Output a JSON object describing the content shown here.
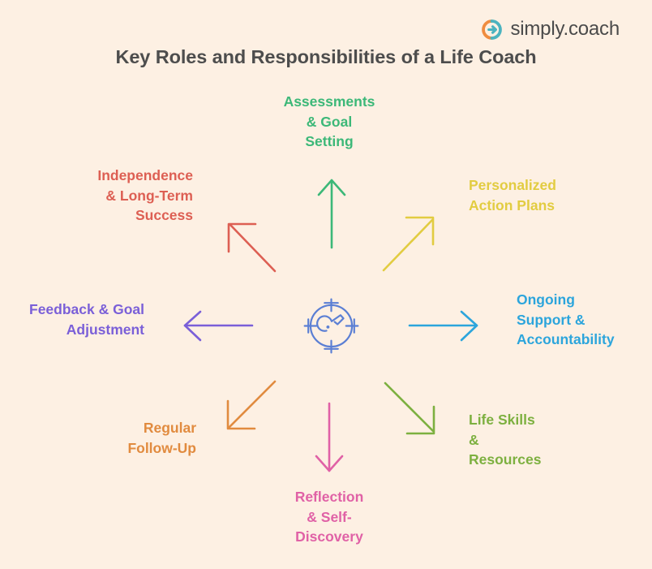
{
  "page": {
    "background_color": "#fdf0e3",
    "title": "Key Roles and Responsibilities of a Life Coach"
  },
  "brand": {
    "name": "simply.coach",
    "logo_icon": "simply-coach-circle-arrow-icon",
    "logo_colors": {
      "orange": "#ef8c3f",
      "teal": "#4bb3bf"
    },
    "text_color": "#4a4a4a"
  },
  "center": {
    "icon": "target-key-icon",
    "color": "#5b7fd4"
  },
  "nodes": [
    {
      "id": "assessments-goal-setting",
      "label": "Assessments\n& Goal\nSetting",
      "color": "#3cb878",
      "direction": "up",
      "arrow_color": "#3cb878"
    },
    {
      "id": "personalized-action-plans",
      "label": "Personalized\nAction Plans",
      "color": "#e2cc41",
      "direction": "up-right",
      "arrow_color": "#e2cc41"
    },
    {
      "id": "ongoing-support-accountability",
      "label": "Ongoing\nSupport &\nAccountability",
      "color": "#2ca5dc",
      "direction": "right",
      "arrow_color": "#2ca5dc"
    },
    {
      "id": "life-skills-resources",
      "label": "Life Skills\n&\nResources",
      "color": "#7db040",
      "direction": "down-right",
      "arrow_color": "#7db040"
    },
    {
      "id": "reflection-self-discovery",
      "label": "Reflection\n& Self-\nDiscovery",
      "color": "#e061a6",
      "direction": "down",
      "arrow_color": "#e061a6"
    },
    {
      "id": "regular-follow-up",
      "label": "Regular\nFollow-Up",
      "color": "#e18b3f",
      "direction": "down-left",
      "arrow_color": "#e18b3f"
    },
    {
      "id": "feedback-goal-adjustment",
      "label": "Feedback & Goal\nAdjustment",
      "color": "#7a5fd8",
      "direction": "left",
      "arrow_color": "#7a5fd8"
    },
    {
      "id": "independence-long-term-success",
      "label": "Independence\n& Long-Term\nSuccess",
      "color": "#dd5f53",
      "direction": "up-left",
      "arrow_color": "#dd5f53"
    }
  ]
}
